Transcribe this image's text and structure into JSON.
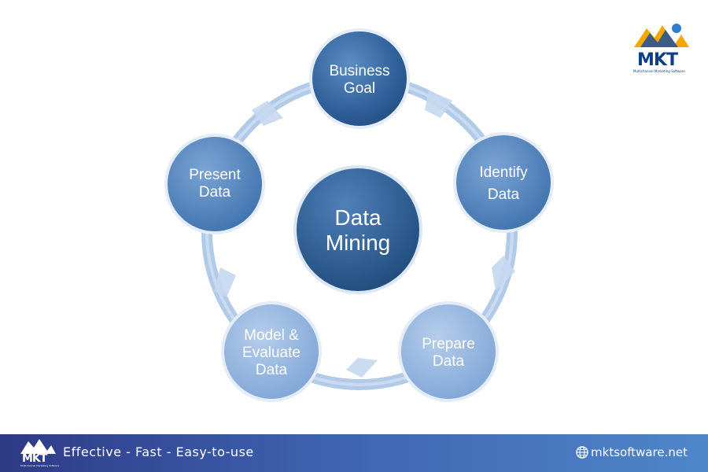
{
  "diagram": {
    "center": {
      "lines": [
        "Data",
        "Mining"
      ]
    },
    "nodes": [
      {
        "id": "business-goal",
        "lines": [
          "Business",
          "Goal"
        ]
      },
      {
        "id": "identify-data",
        "lines": [
          "Identify",
          "Data"
        ]
      },
      {
        "id": "prepare-data",
        "lines": [
          "Prepare",
          "Data"
        ]
      },
      {
        "id": "model-evaluate-data",
        "lines": [
          "Model &",
          "Evaluate",
          "Data"
        ]
      },
      {
        "id": "present-data",
        "lines": [
          "Present",
          "Data"
        ]
      }
    ],
    "colors": {
      "node_dark": "#3c6fa6",
      "node_light": "#8fb3dc",
      "ring": "#a9c4e6",
      "center": "#2f5f94"
    }
  },
  "logo": {
    "text": "MKT",
    "subtext": "Multichannel Marketing Software"
  },
  "footer": {
    "logo_text": "MKT",
    "logo_subtext": "Multichannel Marketing Software",
    "tagline": "Effective - Fast - Easy-to-use",
    "website": "mktsoftware.net",
    "website_icon": "globe-icon"
  }
}
